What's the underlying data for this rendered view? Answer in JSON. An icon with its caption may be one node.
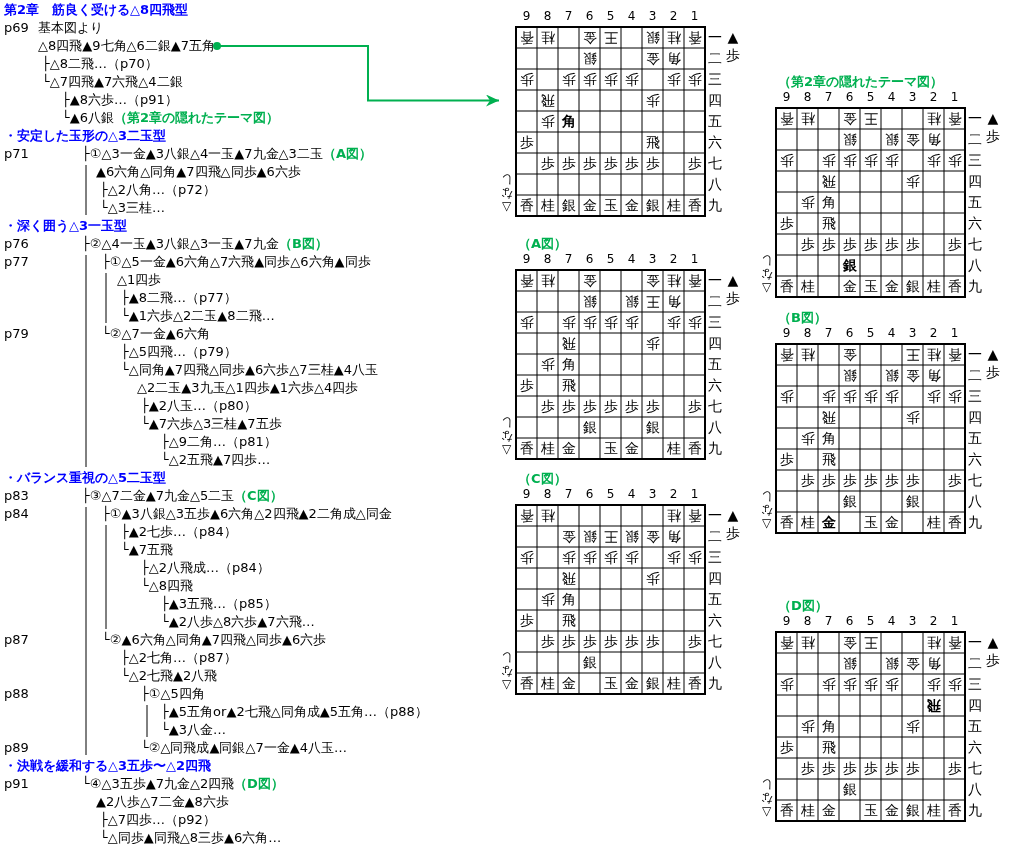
{
  "diagram": {
    "title": "第2章　筋良く受ける△8四飛型",
    "nodes": [
      {
        "text": [
          "△8四飛▲9七角△6二銀▲7五角"
        ]
      },
      {
        "text": [],
        "shape": "grid"
      },
      {
        "text": [
          "（第2章の隠れたテーマ図）"
        ]
      },
      {
        "text": [
          "（A図）"
        ]
      },
      {
        "text": [
          "（B図）"
        ]
      },
      {
        "text": [
          "（C図）"
        ]
      },
      {
        "text": [
          "（D図）"
        ]
      }
    ],
    "edges": [
      {
        "from": 0,
        "to": 1,
        "arrow": "to",
        "color": "#00b050"
      }
    ],
    "labels": [
      "p69",
      "基本図より",
      "├△8二飛…（p70）",
      "└△7四飛▲7六飛△4二銀",
      "├▲8六歩…（p91）",
      "└▲6八銀",
      "（第2章の隠れたテーマ図）",
      "・安定した玉形の△3二玉型",
      "p71",
      "├①△3一金▲3八銀△4一玉▲7九金△3二玉",
      "（A図）",
      "▲6六角△同角▲7四飛△同歩▲6六歩",
      "├△2八角…（p72）",
      "└△3三桂…",
      "・深く囲う△3一玉型",
      "p76",
      "├②△4一玉▲3八銀△3一玉▲7九金",
      "（B図）",
      "p77",
      "├①△5一金▲6六角△7六飛▲同歩△6六角▲同歩",
      "△1四歩",
      "├▲8二飛…（p77）",
      "└▲1六歩△2二玉▲8二飛…",
      "p79",
      "└②△7一金▲6六角",
      "├△5四飛…（p79）",
      "└△同角▲7四飛△同歩▲6六歩△7三桂▲4八玉",
      "△2二玉▲3九玉△1四歩▲1六歩△4四歩",
      "├▲2八玉…（p80）",
      "└▲7六歩△3三桂▲7五歩",
      "├△9二角…（p81）",
      "└△2五飛▲7四歩…",
      "・バランス重視の△5二玉型",
      "p83",
      "├③△7二金▲7九金△5二玉",
      "（C図）",
      "p84",
      "├①▲3八銀△3五歩▲6六角△2四飛▲2二角成△同金",
      "├▲2七歩…（p84）",
      "└▲7五飛",
      "├△2八飛成…（p84）",
      "└△8四飛",
      "├▲3五飛…（p85）",
      "└▲2八歩△8六歩▲7六飛…",
      "p87",
      "└②▲6六角△同角▲7四飛△同歩▲6六歩",
      "├△2七角…（p87）",
      "└△2七飛▲2八飛",
      "p88",
      "├①△5四角",
      "├▲5五角or▲2七飛△同角成▲5五角…（p88）",
      "└▲3八金…",
      "p89",
      "└②△同飛成▲同銀△7一金▲4八玉…",
      "・決戦を緩和する△3五歩〜△2四飛",
      "p91",
      "└④△3五歩▲7九金△2四飛",
      "（D図）",
      "▲2八歩△7二金▲8六歩",
      "├△7四歩…（p92）",
      "└△同歩▲同飛△8三歩▲6六角…",
      "9",
      "8",
      "7",
      "6",
      "5",
      "4",
      "3",
      "2",
      "1",
      "香",
      "桂",
      "金",
      "王",
      "銀",
      "桂",
      "香",
      "一",
      "銀",
      "金",
      "角",
      "二",
      "歩",
      "歩",
      "歩",
      "歩",
      "歩",
      "歩",
      "歩",
      "三",
      "飛",
      "歩",
      "四",
      "歩",
      "角",
      "五",
      "歩",
      "飛",
      "六",
      "歩",
      "歩",
      "歩",
      "歩",
      "歩",
      "歩",
      "歩",
      "七",
      "八",
      "香",
      "桂",
      "銀",
      "金",
      "玉",
      "金",
      "銀",
      "桂",
      "香",
      "九",
      "▲歩",
      "△なし",
      "9",
      "8",
      "7",
      "6",
      "5",
      "4",
      "3",
      "2",
      "1",
      "香",
      "桂",
      "金",
      "王",
      "桂",
      "香",
      "一",
      "銀",
      "銀",
      "金",
      "角",
      "二",
      "歩",
      "歩",
      "歩",
      "歩",
      "歩",
      "歩",
      "歩",
      "三",
      "飛",
      "歩",
      "四",
      "歩",
      "角",
      "五",
      "歩",
      "飛",
      "六",
      "歩",
      "歩",
      "歩",
      "歩",
      "歩",
      "歩",
      "歩",
      "七",
      "銀",
      "八",
      "香",
      "桂",
      "金",
      "玉",
      "金",
      "銀",
      "桂",
      "香",
      "九",
      "▲歩",
      "△なし",
      "9",
      "8",
      "7",
      "6",
      "5",
      "4",
      "3",
      "2",
      "1",
      "香",
      "桂",
      "金",
      "金",
      "桂",
      "香",
      "一",
      "銀",
      "銀",
      "王",
      "角",
      "二",
      "歩",
      "歩",
      "歩",
      "歩",
      "歩",
      "歩",
      "歩",
      "三",
      "飛",
      "歩",
      "四",
      "歩",
      "角",
      "五",
      "歩",
      "飛",
      "六",
      "歩",
      "歩",
      "歩",
      "歩",
      "歩",
      "歩",
      "歩",
      "七",
      "銀",
      "銀",
      "八",
      "香",
      "桂",
      "金",
      "玉",
      "金",
      "桂",
      "香",
      "九",
      "▲歩",
      "△なし",
      "9",
      "8",
      "7",
      "6",
      "5",
      "4",
      "3",
      "2",
      "1",
      "香",
      "桂",
      "金",
      "王",
      "桂",
      "香",
      "一",
      "銀",
      "銀",
      "金",
      "角",
      "二",
      "歩",
      "歩",
      "歩",
      "歩",
      "歩",
      "歩",
      "歩",
      "三",
      "飛",
      "歩",
      "四",
      "歩",
      "角",
      "五",
      "歩",
      "飛",
      "六",
      "歩",
      "歩",
      "歩",
      "歩",
      "歩",
      "歩",
      "歩",
      "七",
      "銀",
      "銀",
      "八",
      "香",
      "桂",
      "金",
      "玉",
      "金",
      "桂",
      "香",
      "九",
      "▲歩",
      "△なし",
      "9",
      "8",
      "7",
      "6",
      "5",
      "4",
      "3",
      "2",
      "1",
      "香",
      "桂",
      "桂",
      "香",
      "一",
      "金",
      "銀",
      "王",
      "銀",
      "金",
      "角",
      "二",
      "歩",
      "歩",
      "歩",
      "歩",
      "歩",
      "歩",
      "歩",
      "三",
      "飛",
      "歩",
      "四",
      "歩",
      "角",
      "五",
      "歩",
      "飛",
      "六",
      "歩",
      "歩",
      "歩",
      "歩",
      "歩",
      "歩",
      "歩",
      "七",
      "銀",
      "八",
      "香",
      "桂",
      "金",
      "玉",
      "金",
      "銀",
      "桂",
      "香",
      "九",
      "▲歩",
      "△なし",
      "9",
      "8",
      "7",
      "6",
      "5",
      "4",
      "3",
      "2",
      "1",
      "香",
      "桂",
      "金",
      "王",
      "桂",
      "香",
      "一",
      "銀",
      "銀",
      "金",
      "角",
      "二",
      "歩",
      "歩",
      "歩",
      "歩",
      "歩",
      "歩",
      "歩",
      "三",
      "飛",
      "四",
      "歩",
      "角",
      "歩",
      "五",
      "歩",
      "飛",
      "六",
      "歩",
      "歩",
      "歩",
      "歩",
      "歩",
      "歩",
      "歩",
      "七",
      "銀",
      "八",
      "香",
      "桂",
      "金",
      "玉",
      "金",
      "銀",
      "桂",
      "香",
      "九",
      "▲歩",
      "△なし"
    ]
  }
}
